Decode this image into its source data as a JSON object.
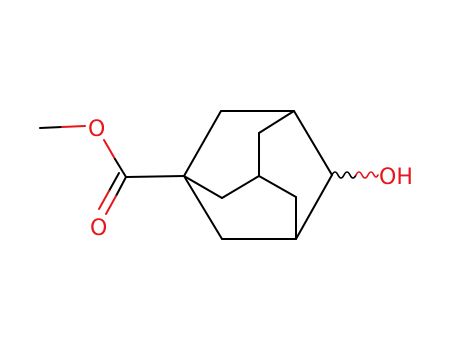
{
  "molecule": {
    "atoms": {
      "ester_oxygen": "O",
      "carbonyl_oxygen": "O",
      "hydroxyl": "OH"
    },
    "colors": {
      "bond": "#000000",
      "heteroatom": "#e8151b"
    }
  }
}
